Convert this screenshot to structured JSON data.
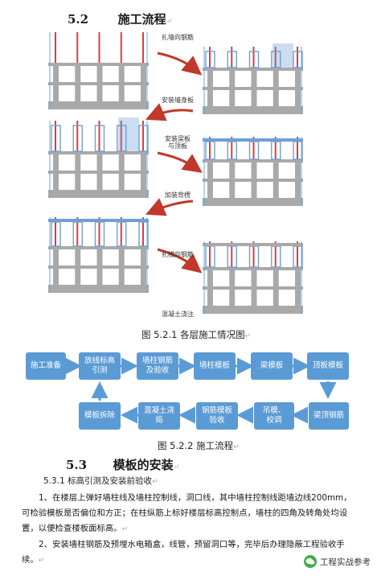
{
  "section_52": {
    "number": "5.2",
    "title": "施工流程"
  },
  "figure1": {
    "caption": "图 5.2.1 各层施工情况图",
    "stage_labels": [
      "扎墙向钢筋",
      "安装墙身板",
      "安装梁板\n与顶板",
      "加装背楞",
      "扎横向钢筋",
      "混凝土浇注"
    ]
  },
  "flowchart": {
    "row1": [
      "施工准备",
      "放线标高\n引测",
      "墙柱钢筋\n及验收",
      "墙柱模板",
      "梁模板",
      "顶板模板"
    ],
    "row2": [
      "模板拆除",
      "混凝土浇\n捣",
      "钢筋模板\n验收",
      "吊模、\n校调",
      "梁顶钢筋"
    ],
    "colors": {
      "box": "#5b9bd5",
      "arrow": "#5b9bd5"
    }
  },
  "figure2": {
    "caption": "图 5.2.2 施工流程"
  },
  "section_53": {
    "number": "5.3",
    "title": "模板的安装"
  },
  "section_531": {
    "number": "5.3.1",
    "title": "标高引测及安装前验收"
  },
  "paragraphs": [
    "1、在楼层上弹好墙柱线及墙柱控制线，洞口线，其中墙柱控制线距墙边线200mm，可检验模板是否偏位和方正；在柱纵筋上标好楼层标高控制点，墙柱的四角及转角处均设置，以便检查楼板面标高。",
    "2、安装墙柱钢筋及预埋水电箱盒，线管，预留洞口等，完毕后办理隐蔽工程验收手续。"
  ],
  "watermark": {
    "text": "工程实战参考"
  },
  "colors": {
    "concrete": "#a9a9a9",
    "rebar": "#e23b3b",
    "formwork": "#6f9fd8",
    "flow_arrow": "#c0392b"
  }
}
